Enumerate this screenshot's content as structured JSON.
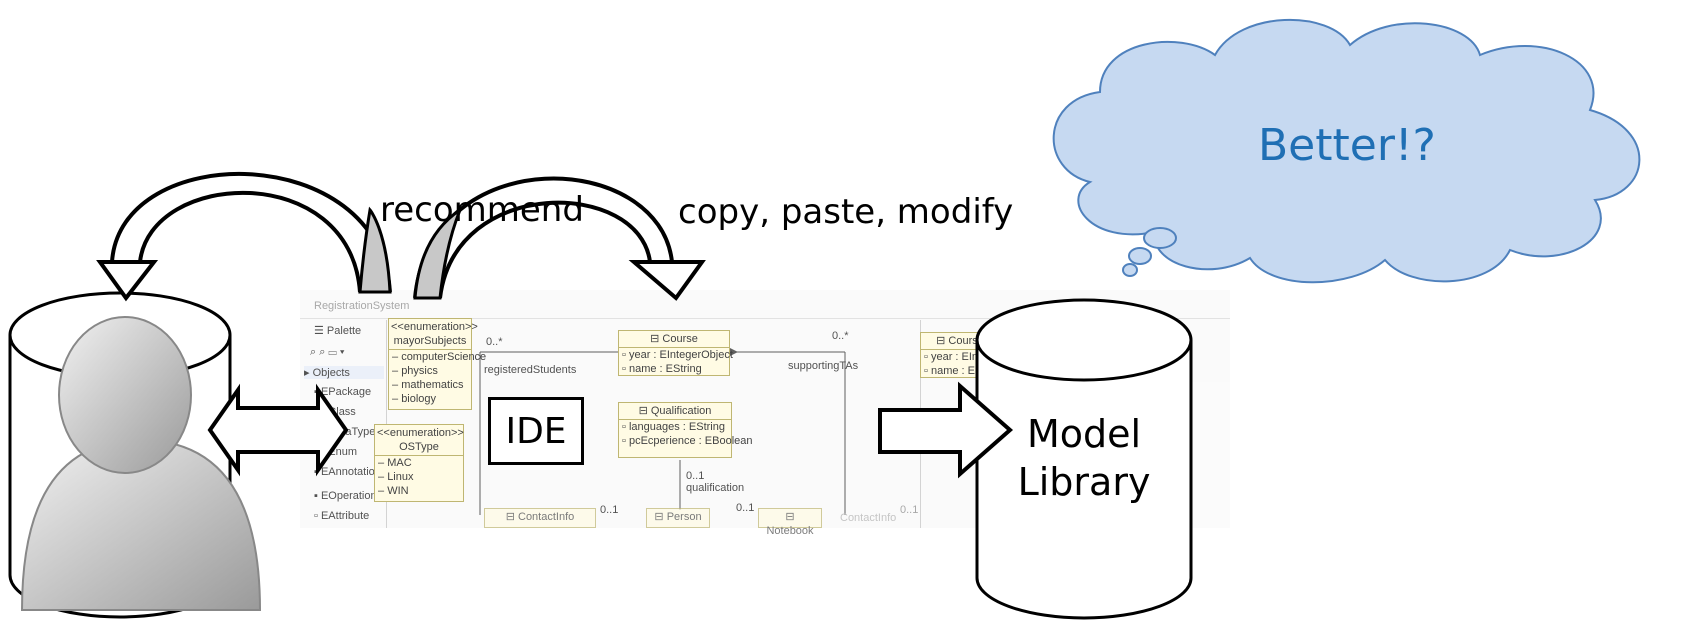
{
  "labels": {
    "recommend": "recommend",
    "copy_paste": "copy, paste, modify",
    "better": "Better!?",
    "ide": "IDE",
    "model_library": [
      "Model",
      "Library"
    ]
  },
  "ide_screenshot": {
    "tab_title": "RegistrationSystem",
    "palette": {
      "title": "Palette",
      "group": "Objects",
      "items": [
        "EPackage",
        "EClass",
        "EDataType",
        "EEnum",
        "EAnnotation",
        "EOperation",
        "EAttribute"
      ]
    },
    "enum_mayor": {
      "stereotype": "<<enumeration>>",
      "name": "mayorSubjects",
      "literals": [
        "computerScience",
        "physics",
        "mathematics",
        "biology"
      ]
    },
    "enum_os": {
      "stereotype": "<<enumeration>>",
      "name": "OSType",
      "literals": [
        "MAC",
        "Linux",
        "WIN"
      ]
    },
    "course": {
      "name": "Course",
      "attributes": [
        "year : EIntegerObject",
        "name : EString"
      ]
    },
    "qualification": {
      "name": "Qualification",
      "attributes": [
        "languages : EString",
        "pcEcperience : EBoolean"
      ]
    },
    "assoc_labels": {
      "mult_left": "0..*",
      "mult_right": "0..*",
      "registered": "registeredStudents",
      "supporting": "supportingTAs",
      "qual_mult": "0..1",
      "qual_role": "qualification",
      "m1": "0..1",
      "m2": "0..1",
      "m3": "0..1"
    },
    "bottom_classes": [
      "ContactInfo",
      "Person",
      "Notebook",
      "ContactInfo"
    ],
    "right_partial": {
      "name": "Course",
      "attributes": [
        "year : EInte",
        "name : ESt"
      ]
    }
  },
  "colors": {
    "cloud_fill": "#c6d9f1",
    "cloud_stroke": "#4f81bd",
    "cloud_text": "#1f6fb4",
    "arrow_grey": "#c8c8c8"
  }
}
